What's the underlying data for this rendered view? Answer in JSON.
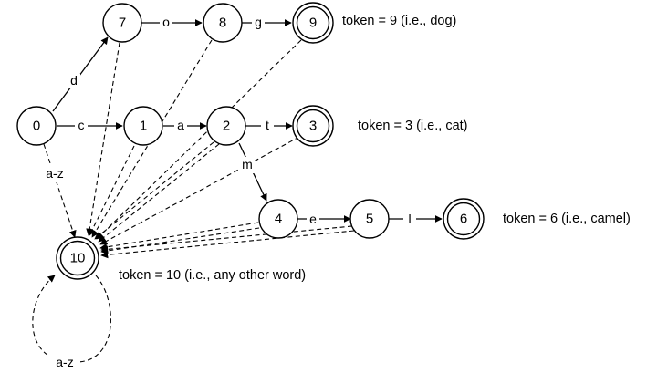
{
  "states": {
    "s0": "0",
    "s1": "1",
    "s2": "2",
    "s3": "3",
    "s4": "4",
    "s5": "5",
    "s6": "6",
    "s7": "7",
    "s8": "8",
    "s9": "9",
    "s10": "10"
  },
  "edges": {
    "d": "d",
    "o": "o",
    "g": "g",
    "c": "c",
    "a": "a",
    "t": "t",
    "m": "m",
    "e": "e",
    "l": "l",
    "az_down": "a-z",
    "az_loop": "a-z"
  },
  "tokens": {
    "dog": "token = 9 (i.e., dog)",
    "cat": "token = 3 (i.e., cat)",
    "camel": "token = 6 (i.e., camel)",
    "other": "token = 10 (i.e., any other word)"
  },
  "colors": {
    "node_fill": "#ffffff",
    "stroke": "#000000"
  }
}
